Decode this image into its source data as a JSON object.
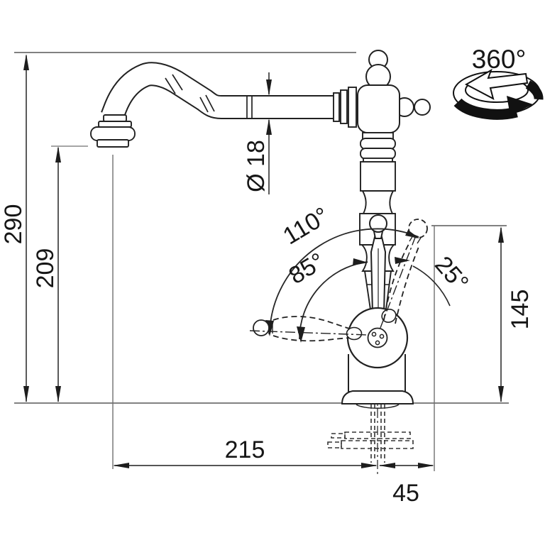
{
  "labels": {
    "total_height": "290",
    "spout_height": "209",
    "pipe_diameter": "Ø 18",
    "swivel_angle": "360°",
    "lever_angle_outer": "110°",
    "lever_angle_inner": "85°",
    "lever_angle_side": "25°",
    "lever_height": "145",
    "spout_reach": "215",
    "lever_offset": "45"
  },
  "icons": {
    "rotation_icon": "circular-360-rotation-arrow"
  },
  "colors": {
    "line": "#1f1f1f",
    "dim_line": "#4a4a4a",
    "light_line": "#8c8c8c",
    "background": "#ffffff"
  }
}
